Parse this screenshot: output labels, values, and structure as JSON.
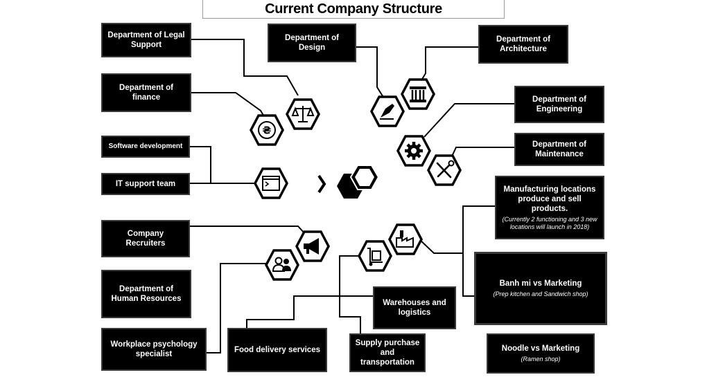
{
  "title": "Current Company Structure",
  "boxes": {
    "legal": "Department of Legal Support",
    "finance": "Department of finance",
    "software": "Software development",
    "itsupport": "IT support team",
    "recruiters": "Company Recruiters",
    "hr": "Department of Human Resources",
    "psych": "Workplace psychology specialist",
    "design": "Department of Design",
    "architecture": "Department of Architecture",
    "engineering": "Department of Engineering",
    "maintenance": "Department of Maintenance",
    "manufacturing": "Manufacturing locations produce and sell products.",
    "manufacturing_note": "(Currently 2 functioning and 3 new locations will launch in 2018)",
    "banhmi": "Banh mi vs Marketing",
    "banhmi_note": "(Prep kitchen and Sandwich shop)",
    "noodle": "Noodle vs Marketing",
    "noodle_note": "(Ramen shop)",
    "warehouses": "Warehouses and logistics",
    "food": "Food delivery services",
    "supply": "Supply purchase and transportation"
  },
  "icons": {
    "scales": "scales-icon",
    "currency": "currency-icon",
    "terminal": "terminal-icon",
    "megaphone": "megaphone-icon",
    "people": "people-icon",
    "pen": "pen-nib-icon",
    "column": "column-icon",
    "gear": "gear-icon",
    "tools": "tools-icon",
    "factory": "factory-icon",
    "trolley": "hand-truck-icon",
    "logo": "company-logo",
    "chevron": "chevron-right-icon"
  },
  "colors": {
    "box_fill": "#000000",
    "box_text": "#ffffff",
    "line": "#000000"
  }
}
